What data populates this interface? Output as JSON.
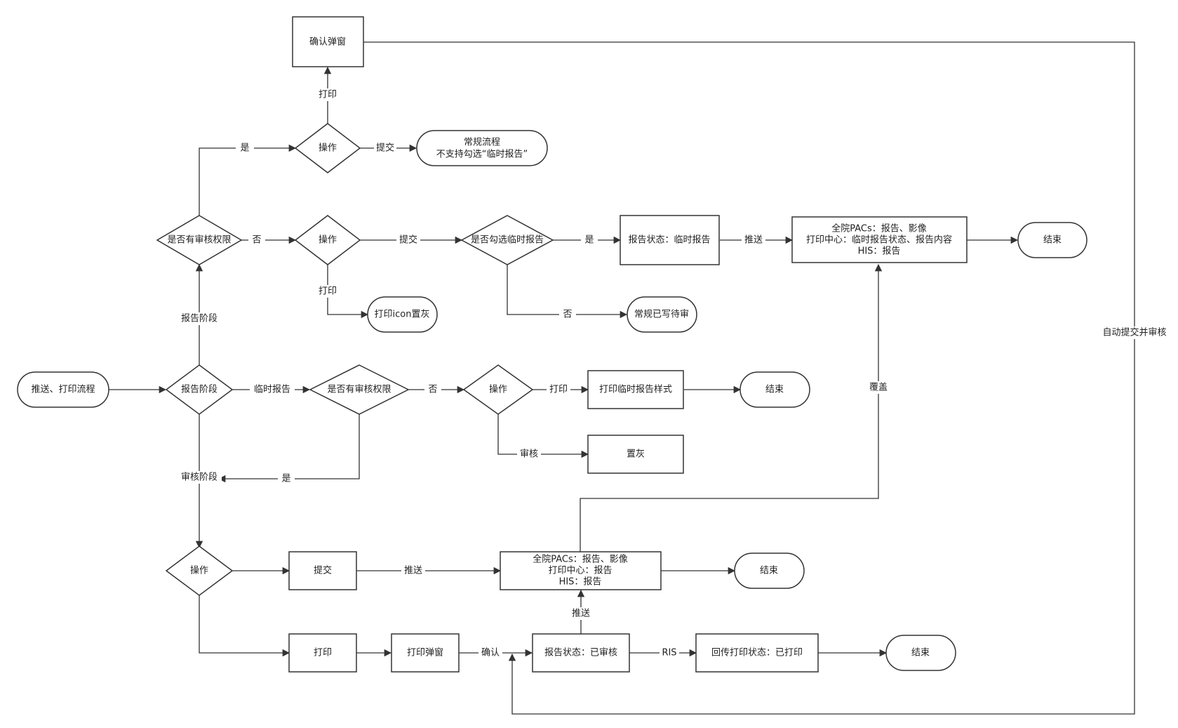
{
  "nodes": {
    "start": "推送、打印流程",
    "stage": "报告阶段",
    "has_permission_top": "是否有审核权限",
    "operate_top": "操作",
    "confirm_dialog": "确认弹窗",
    "normal_flow": [
      "常规流程",
      "不支持勾选“临时报告”"
    ],
    "operate_mid": "操作",
    "temp_checked": "是否勾选临时报告",
    "status_temp": "报告状态：临时报告",
    "push_temp_targets": [
      "全院PACs：报告、影像",
      "打印中心：临时报告状态、报告内容",
      "HIS：报告"
    ],
    "end_top": "结束",
    "print_icon_grey": "打印icon置灰",
    "normal_written": "常规已写待审",
    "has_permission_mid": "是否有审核权限",
    "operate_temp": "操作",
    "print_temp_style": "打印临时报告样式",
    "end_mid": "结束",
    "grey_out": "置灰",
    "operate_review": "操作",
    "submit": "提交",
    "push_targets": [
      "全院PACs：报告、影像",
      "打印中心：报告",
      "HIS：报告"
    ],
    "end_review": "结束",
    "print": "打印",
    "print_dialog": "打印弹窗",
    "status_reviewed": "报告状态：已审核",
    "callback_status": "回传打印状态：已打印",
    "end_bottom": "结束"
  },
  "edge_labels": {
    "yes_top": "是",
    "print_top": "打印",
    "submit_top": "提交",
    "no_top": "否",
    "submit_mid": "提交",
    "yes_mid": "是",
    "push_mid": "推送",
    "print_mid": "打印",
    "no_mid": "否",
    "report_stage": "报告阶段",
    "temp_report": "临时报告",
    "no_temp": "否",
    "print_temp": "打印",
    "review_temp": "审核",
    "review_stage": "审核阶段",
    "yes_review": "是",
    "push_review": "推送",
    "push_up": "推送",
    "confirm": "确认",
    "ris": "RIS",
    "overwrite": "覆盖",
    "auto_submit": "自动提交并审核"
  },
  "colors": {
    "stroke": "#333333",
    "text": "#222222",
    "background": "#ffffff"
  }
}
